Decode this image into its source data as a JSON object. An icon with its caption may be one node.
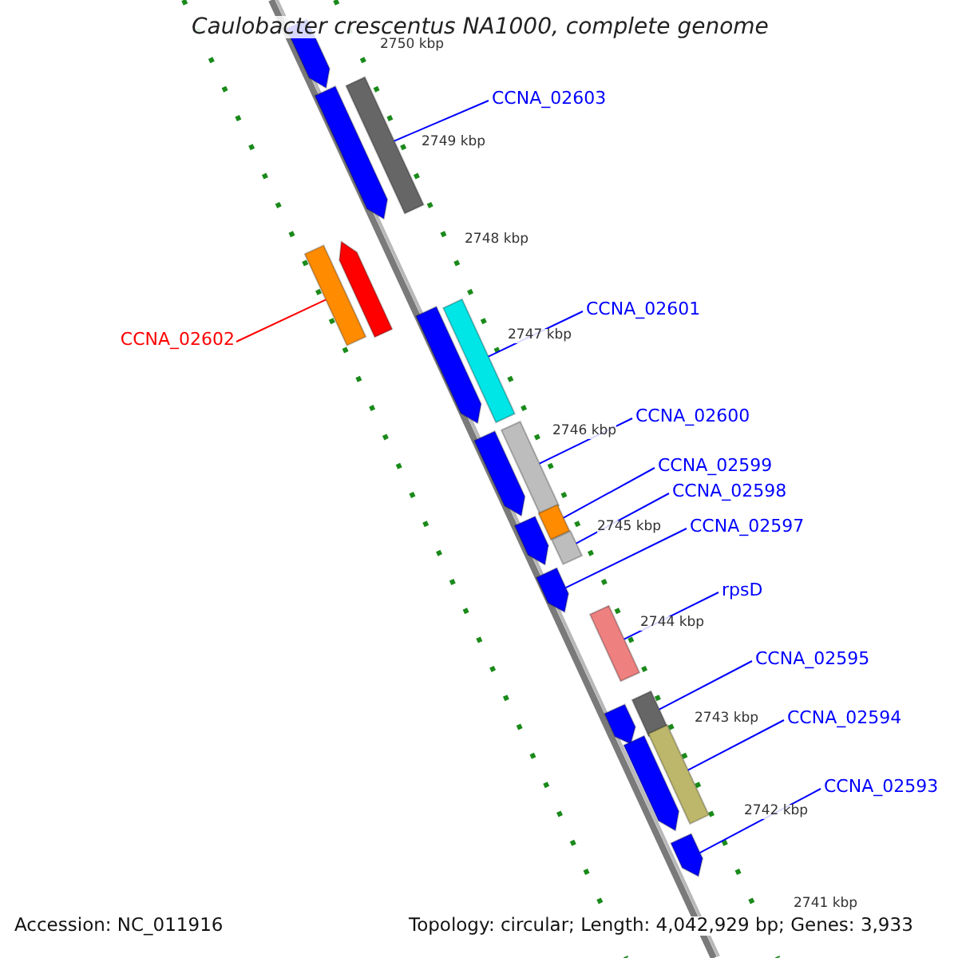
{
  "diagram": {
    "title": "Caulobacter crescentus NA1000, complete genome",
    "nodes": [
      {
        "text": [
          "CCNA_02603"
        ]
      },
      {
        "text": [
          "CCNA_02602"
        ]
      },
      {
        "text": [
          "CCNA_02601"
        ]
      },
      {
        "text": [
          "CCNA_02600"
        ]
      },
      {
        "text": [
          "CCNA_02599"
        ]
      },
      {
        "text": [
          "CCNA_02598"
        ]
      },
      {
        "text": [
          "CCNA_02597"
        ]
      },
      {
        "text": [
          "rpsD"
        ]
      },
      {
        "text": [
          "CCNA_02595"
        ]
      },
      {
        "text": [
          "CCNA_02594"
        ]
      },
      {
        "text": [
          "CCNA_02593"
        ]
      },
      {
        "text": [],
        "shape": "bar"
      },
      {
        "text": [],
        "shape": "bar"
      },
      {
        "text": [],
        "shape": "bar"
      },
      {
        "text": [],
        "shape": "bar"
      },
      {
        "text": [],
        "shape": "bar"
      },
      {
        "text": [],
        "shape": "bar"
      },
      {
        "text": [],
        "shape": "bar"
      },
      {
        "text": [],
        "shape": "bar"
      },
      {
        "text": [],
        "shape": "bar"
      },
      {
        "text": [],
        "shape": "bar"
      },
      {
        "text": [],
        "shape": "bar"
      },
      {
        "text": [],
        "shape": "bar"
      },
      {
        "text": [],
        "shape": "bar"
      },
      {
        "text": [],
        "shape": "bar"
      },
      {
        "text": [],
        "shape": "bar"
      },
      {
        "text": [],
        "shape": "bar"
      },
      {
        "text": [],
        "shape": "bar"
      },
      {
        "text": [],
        "shape": "bar"
      },
      {
        "text": [],
        "shape": "bar"
      }
    ],
    "edges": [
      {
        "from": 0,
        "to": 13,
        "arrow": "none"
      },
      {
        "from": 1,
        "to": 14,
        "arrow": "none",
        "color": "#ff0000"
      },
      {
        "from": 2,
        "to": 17,
        "arrow": "none"
      },
      {
        "from": 3,
        "to": 19,
        "arrow": "none"
      },
      {
        "from": 4,
        "to": 20,
        "arrow": "none"
      },
      {
        "from": 5,
        "to": 22,
        "arrow": "none"
      },
      {
        "from": 6,
        "to": 23,
        "arrow": "none"
      },
      {
        "from": 7,
        "to": 24,
        "arrow": "none"
      },
      {
        "from": 8,
        "to": 25,
        "arrow": "none"
      },
      {
        "from": 9,
        "to": 28,
        "arrow": "none"
      },
      {
        "from": 10,
        "to": 29,
        "arrow": "none"
      }
    ],
    "labels": [
      "2750 kbp",
      "2749 kbp",
      "2748 kbp",
      "2747 kbp",
      "2746 kbp",
      "2745 kbp",
      "2744 kbp",
      "2743 kbp",
      "2742 kbp",
      "2741 kbp",
      "Accession: NC_011916",
      "Topology: circular; Length: 4,042,929 bp; Genes: 3,933"
    ]
  }
}
